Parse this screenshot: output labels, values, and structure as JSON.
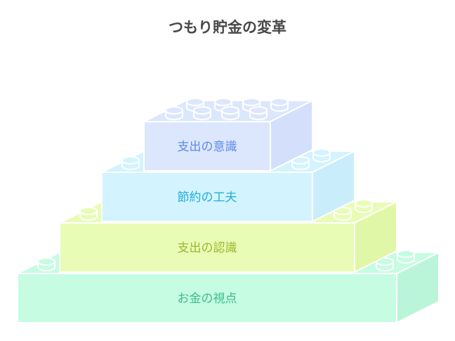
{
  "title": "つもり貯金の変革",
  "layers": [
    {
      "label": "支出の意識",
      "fill": "#DCE7FE",
      "side": "#D3DFFB",
      "text": "#5B8BE6"
    },
    {
      "label": "節約の工夫",
      "fill": "#D3F3FF",
      "side": "#C9EDFB",
      "text": "#22AED6"
    },
    {
      "label": "支出の認識",
      "fill": "#E9FCB6",
      "side": "#E1F7A8",
      "text": "#98B92E"
    },
    {
      "label": "お金の視点",
      "fill": "#C6FCE2",
      "side": "#BBF5D9",
      "text": "#3DBE84"
    }
  ]
}
